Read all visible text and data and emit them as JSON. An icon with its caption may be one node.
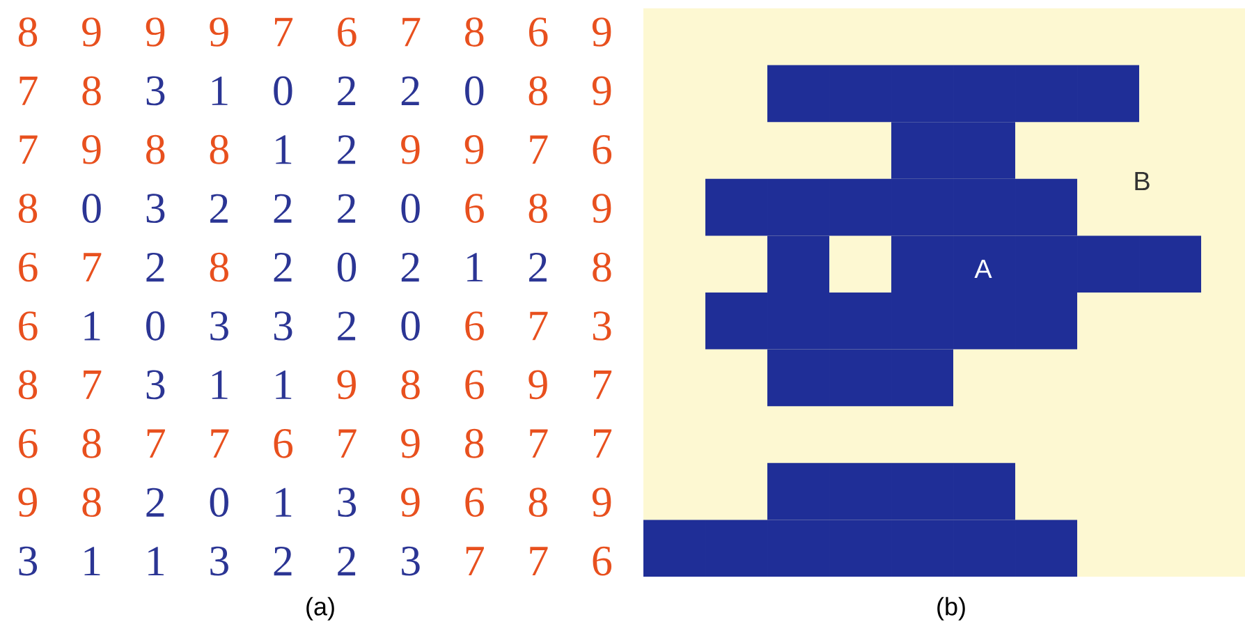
{
  "diagram": {
    "labels": [
      "8",
      "9",
      "9",
      "9",
      "7",
      "6",
      "7",
      "8",
      "6",
      "9",
      "7",
      "8",
      "3",
      "1",
      "0",
      "2",
      "2",
      "0",
      "8",
      "9",
      "7",
      "9",
      "8",
      "8",
      "1",
      "2",
      "9",
      "9",
      "7",
      "6",
      "8",
      "0",
      "3",
      "2",
      "2",
      "2",
      "0",
      "6",
      "8",
      "9",
      "6",
      "7",
      "2",
      "8",
      "2",
      "0",
      "2",
      "1",
      "2",
      "8",
      "6",
      "1",
      "0",
      "3",
      "3",
      "2",
      "0",
      "6",
      "7",
      "3",
      "8",
      "7",
      "3",
      "1",
      "1",
      "9",
      "8",
      "6",
      "9",
      "7",
      "6",
      "8",
      "7",
      "7",
      "6",
      "7",
      "9",
      "8",
      "7",
      "7",
      "9",
      "8",
      "2",
      "0",
      "1",
      "3",
      "9",
      "6",
      "8",
      "9",
      "3",
      "1",
      "1",
      "3",
      "2",
      "2",
      "3",
      "7",
      "7",
      "6",
      "B",
      "A",
      "(a)",
      "(b)"
    ]
  }
}
